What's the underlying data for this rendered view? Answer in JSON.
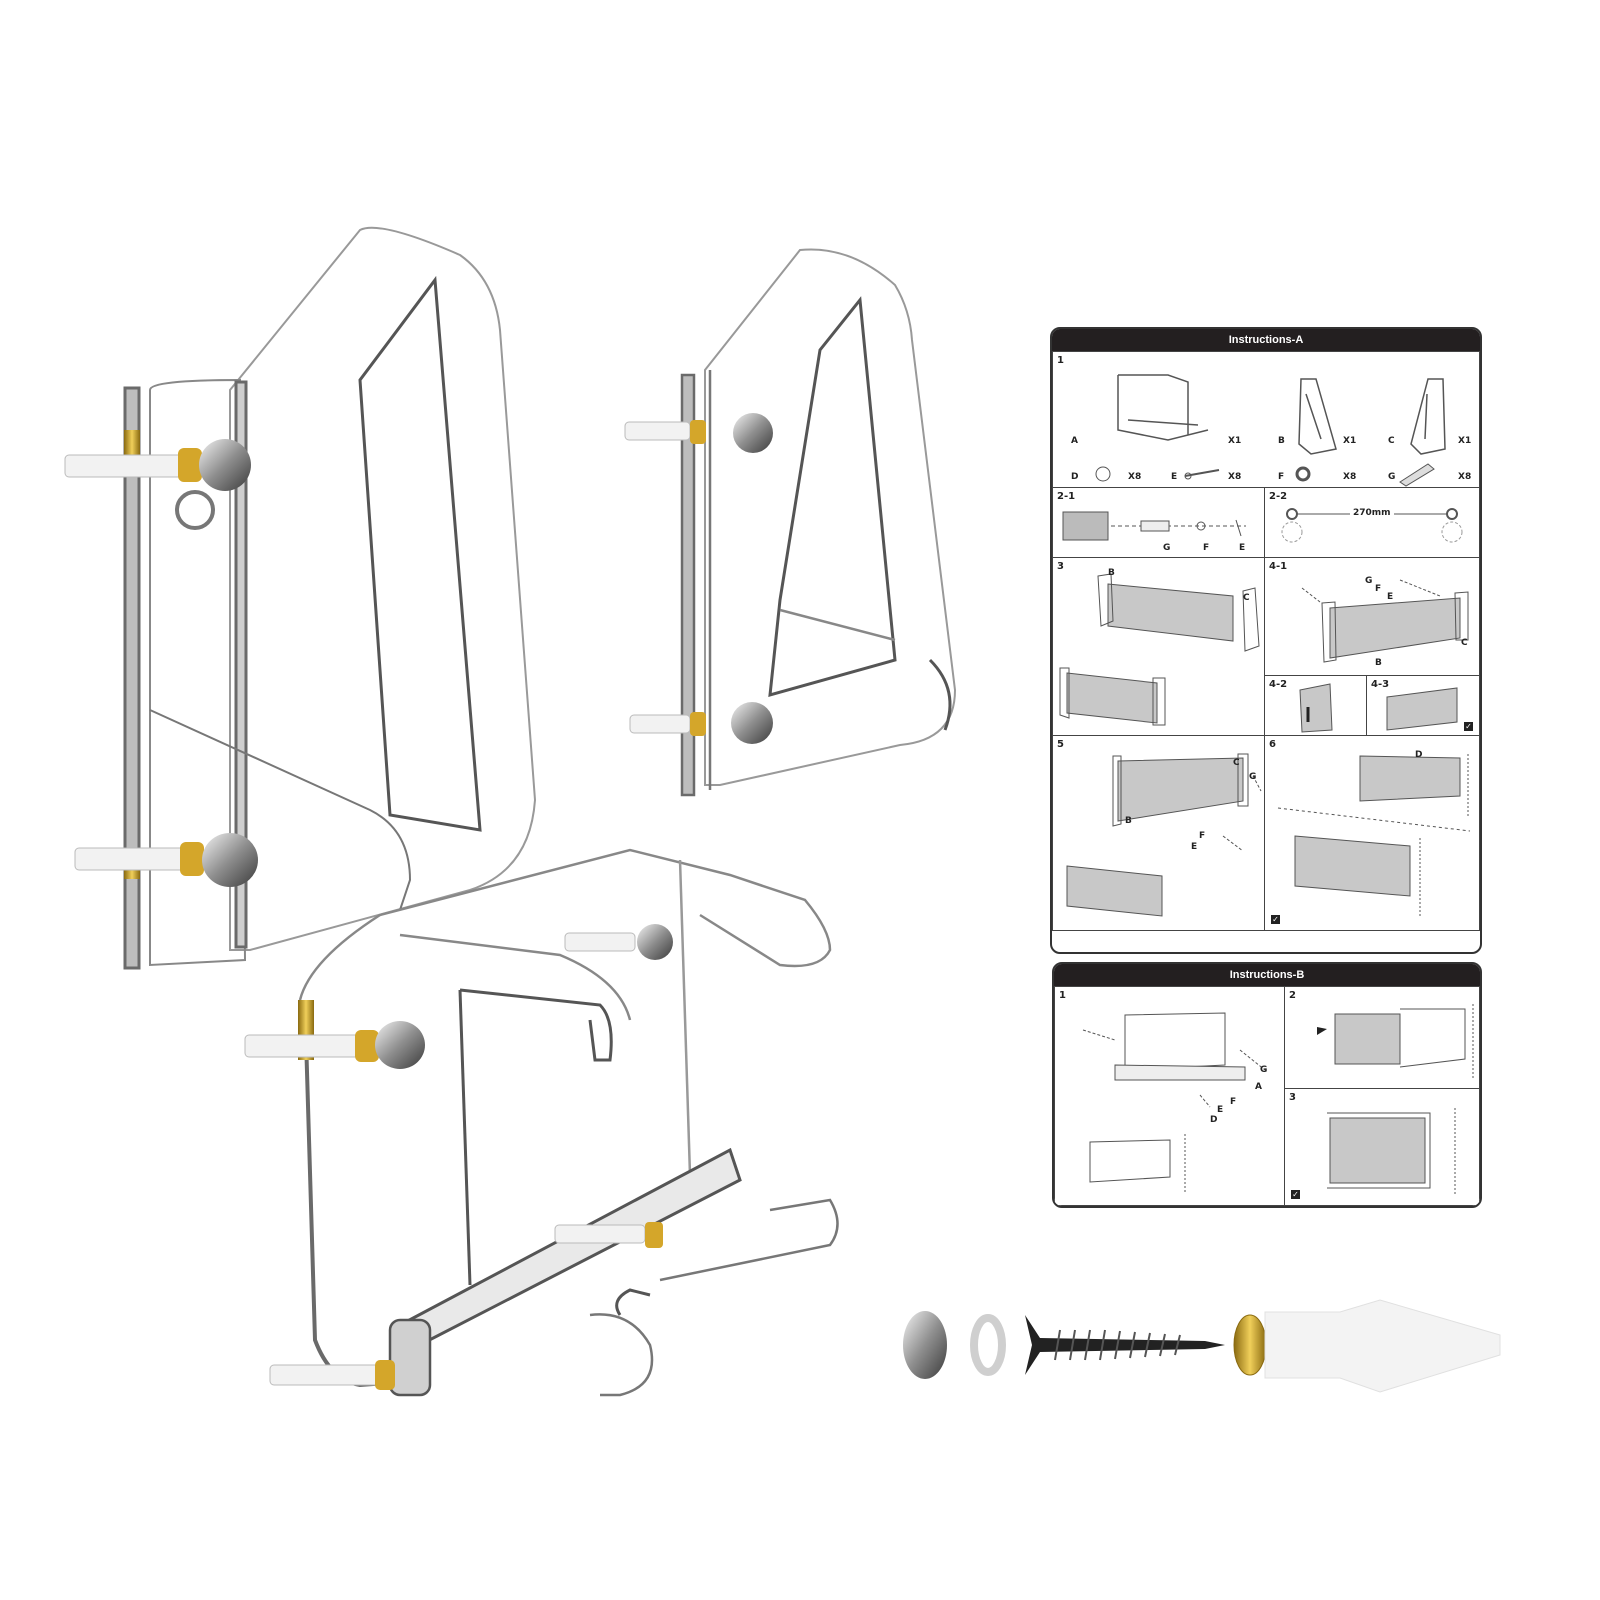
{
  "instructions_a": {
    "title": "Instructions-A",
    "step1": {
      "number": "1",
      "parts": [
        {
          "label": "A",
          "qty": "X1"
        },
        {
          "label": "B",
          "qty": "X1"
        },
        {
          "label": "C",
          "qty": "X1"
        },
        {
          "label": "D",
          "qty": "X8"
        },
        {
          "label": "E",
          "qty": "X8"
        },
        {
          "label": "F",
          "qty": "X8"
        },
        {
          "label": "G",
          "qty": "X8"
        }
      ]
    },
    "step2_1": {
      "number": "2-1",
      "labels": [
        "G",
        "F",
        "E"
      ]
    },
    "step2_2": {
      "number": "2-2",
      "dimension": "270mm"
    },
    "step3": {
      "number": "3",
      "labels": [
        "B",
        "C"
      ]
    },
    "step4_1": {
      "number": "4-1",
      "labels": [
        "G",
        "F",
        "E",
        "C",
        "B"
      ]
    },
    "step4_2": {
      "number": "4-2"
    },
    "step4_3": {
      "number": "4-3"
    },
    "step5": {
      "number": "5",
      "labels": [
        "C",
        "G",
        "B",
        "F",
        "E"
      ]
    },
    "step6": {
      "number": "6",
      "labels": [
        "D"
      ]
    }
  },
  "instructions_b": {
    "title": "Instructions-B",
    "step1": {
      "number": "1",
      "labels": [
        "G",
        "A",
        "F",
        "E",
        "D"
      ]
    },
    "step2": {
      "number": "2"
    },
    "step3": {
      "number": "3"
    }
  },
  "colors": {
    "acrylic_edge": "#7a7a7a",
    "brass": "#c9a227",
    "chrome": "#9aa0a6",
    "header_bg": "#231f20",
    "screw": "#222222"
  }
}
